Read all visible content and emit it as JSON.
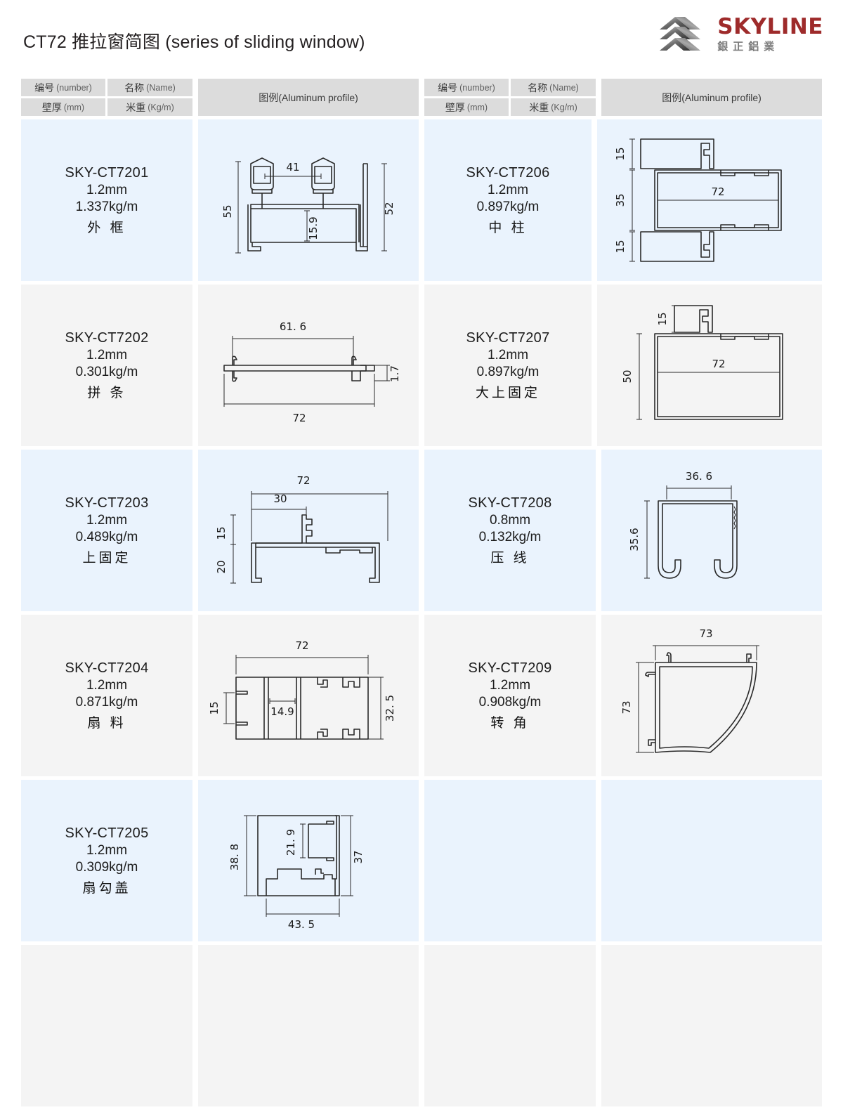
{
  "header": {
    "title": "CT72 推拉窗简图 (series of sliding window)",
    "brand_name": "SKYLINE",
    "brand_sub": "銀正鋁業",
    "brand_color": "#9e2b2b"
  },
  "table": {
    "columns": {
      "number_zh": "编号",
      "number_en": "(number)",
      "name_zh": "名称",
      "name_en": "(Name)",
      "thickness_zh": "壁厚",
      "thickness_en": "(mm)",
      "weight_zh": "米重",
      "weight_en": "(Kg/m)",
      "figure": "图例(Aluminum profile)"
    },
    "row_colors": {
      "odd": "#eaf3fd",
      "even": "#f4f4f4"
    },
    "left_rows": [
      {
        "code": "SKY-CT7201",
        "thickness": "1.2mm",
        "weight": "1.337kg/m",
        "name": "外 框",
        "dims": [
          "55",
          "41",
          "15.9",
          "52"
        ]
      },
      {
        "code": "SKY-CT7202",
        "thickness": "1.2mm",
        "weight": "0.301kg/m",
        "name": "拼 条",
        "dims": [
          "61. 6",
          "72",
          "1.7"
        ]
      },
      {
        "code": "SKY-CT7203",
        "thickness": "1.2mm",
        "weight": "0.489kg/m",
        "name": "上固定",
        "dims": [
          "72",
          "30",
          "15",
          "20"
        ]
      },
      {
        "code": "SKY-CT7204",
        "thickness": "1.2mm",
        "weight": "0.871kg/m",
        "name": "扇 料",
        "dims": [
          "72",
          "15",
          "14.9",
          "32. 5"
        ]
      },
      {
        "code": "SKY-CT7205",
        "thickness": "1.2mm",
        "weight": "0.309kg/m",
        "name": "扇勾盖",
        "dims": [
          "38. 8",
          "21. 9",
          "37",
          "43. 5"
        ]
      },
      {
        "code": "",
        "thickness": "",
        "weight": "",
        "name": "",
        "dims": []
      }
    ],
    "right_rows": [
      {
        "code": "SKY-CT7206",
        "thickness": "1.2mm",
        "weight": "0.897kg/m",
        "name": "中 柱",
        "dims": [
          "15",
          "35",
          "15",
          "72"
        ]
      },
      {
        "code": "SKY-CT7207",
        "thickness": "1.2mm",
        "weight": "0.897kg/m",
        "name": "大上固定",
        "dims": [
          "15",
          "50",
          "72"
        ]
      },
      {
        "code": "SKY-CT7208",
        "thickness": "0.8mm",
        "weight": "0.132kg/m",
        "name": "压 线",
        "dims": [
          "36. 6",
          "35.6"
        ]
      },
      {
        "code": "SKY-CT7209",
        "thickness": "1.2mm",
        "weight": "0.908kg/m",
        "name": "转 角",
        "dims": [
          "73",
          "73"
        ]
      },
      {
        "code": "",
        "thickness": "",
        "weight": "",
        "name": "",
        "dims": []
      },
      {
        "code": "",
        "thickness": "",
        "weight": "",
        "name": "",
        "dims": []
      }
    ]
  }
}
